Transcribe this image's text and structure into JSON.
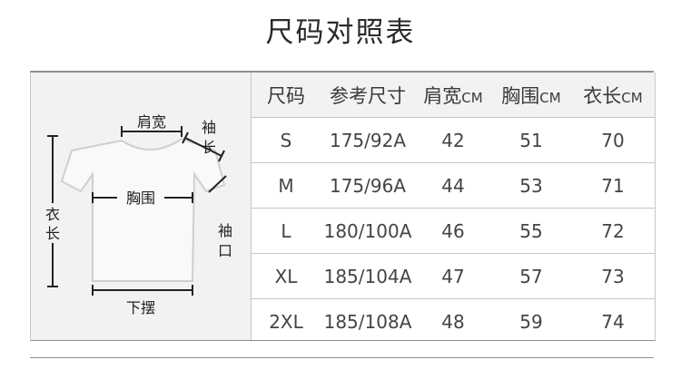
{
  "title": "尺码对照表",
  "diagram": {
    "shoulder": "肩宽",
    "sleeve_length": [
      "袖",
      "长"
    ],
    "chest": "胸围",
    "body_length": [
      "衣",
      "长"
    ],
    "cuff": [
      "袖",
      "口"
    ],
    "hem": "下摆"
  },
  "table": {
    "headers": [
      {
        "text": "尺码",
        "unit": ""
      },
      {
        "text": "参考尺寸",
        "unit": ""
      },
      {
        "text": "肩宽",
        "unit": "CM"
      },
      {
        "text": "胸围",
        "unit": "CM"
      },
      {
        "text": "衣长",
        "unit": "CM"
      }
    ],
    "rows": [
      [
        "S",
        "175/92A",
        "42",
        "51",
        "70"
      ],
      [
        "M",
        "175/96A",
        "44",
        "53",
        "71"
      ],
      [
        "L",
        "180/100A",
        "46",
        "55",
        "72"
      ],
      [
        "XL",
        "185/104A",
        "47",
        "57",
        "73"
      ],
      [
        "2XL",
        "185/108A",
        "48",
        "59",
        "74"
      ]
    ]
  }
}
